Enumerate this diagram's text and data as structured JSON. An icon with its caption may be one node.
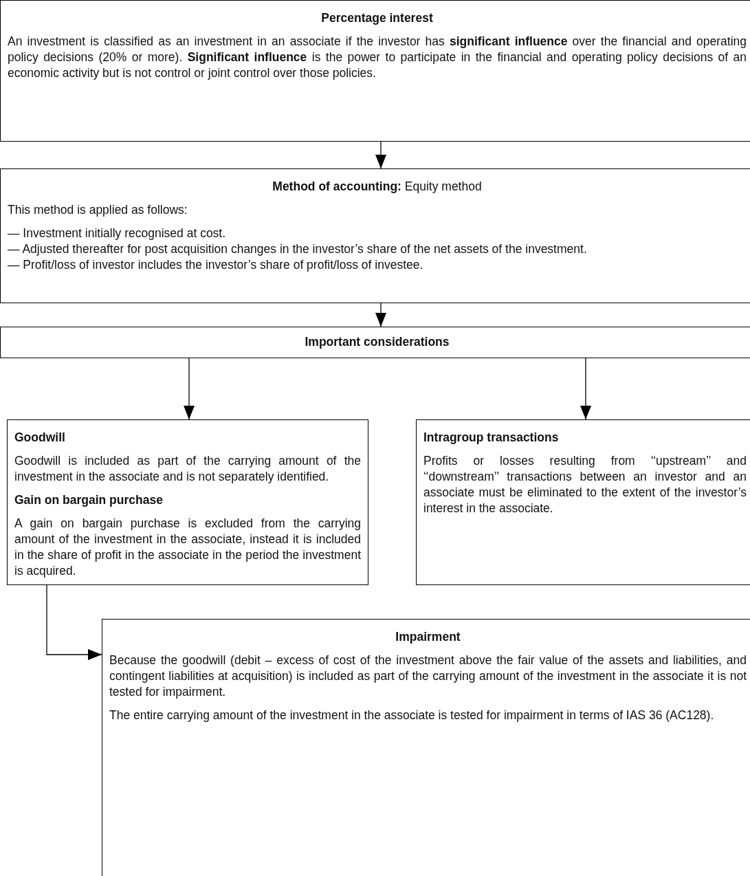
{
  "diagram": {
    "nodes": [
      {
        "text": [
          "Percentage interest",
          "An investment is classified as an investment in an associate if the investor has **significant influence** over the financial and operating policy decisions (20% or more). **Significant influence** is the power to participate in the financial and operating policy decisions of an economic activity but is not control or joint control over those policies."
        ]
      },
      {
        "text": [
          "**Method of accounting:** Equity method",
          "This method is applied as follows:",
          "— Investment initially recognised at cost.",
          "— Adjusted thereafter for post acquisition changes in the investor’s share of the net assets of the investment.",
          "— Profit/loss of investor includes the investor’s share of profit/loss of investee."
        ]
      },
      {
        "text": [
          "Important considerations"
        ]
      },
      {
        "text": [
          "Goodwill",
          "Goodwill is included as part of the carrying amount of the investment in the associate and is not separately identified.",
          "Gain on bargain purchase",
          "A gain on bargain purchase is excluded from the carrying amount of the investment in the associate, instead it is included in the share of profit in the associate in the period the investment is acquired."
        ]
      },
      {
        "text": [
          "Intragroup transactions",
          "Profits or losses resulting from ‘‘upstream’’ and ‘‘downstream’’ transactions between an investor and an associate must be eliminated to the extent of the investor’s interest in the associate."
        ]
      },
      {
        "text": [
          "Impairment",
          "Because the goodwill (debit – excess of cost of the investment above the fair value of the assets and liabilities, and contingent liabilities at acquisition) is included as part of the carrying amount of the investment in the associate it is not tested for impairment.",
          "The entire carrying amount of the investment in the associate is tested for impairment in terms of IAS 36 (AC128)."
        ]
      }
    ],
    "edges": [
      {
        "from": 0,
        "to": 1,
        "arrow": "to"
      },
      {
        "from": 1,
        "to": 2,
        "arrow": "to"
      },
      {
        "from": 2,
        "to": 3,
        "arrow": "to"
      },
      {
        "from": 2,
        "to": 4,
        "arrow": "to"
      },
      {
        "from": 3,
        "to": 5,
        "arrow": "to"
      }
    ]
  }
}
